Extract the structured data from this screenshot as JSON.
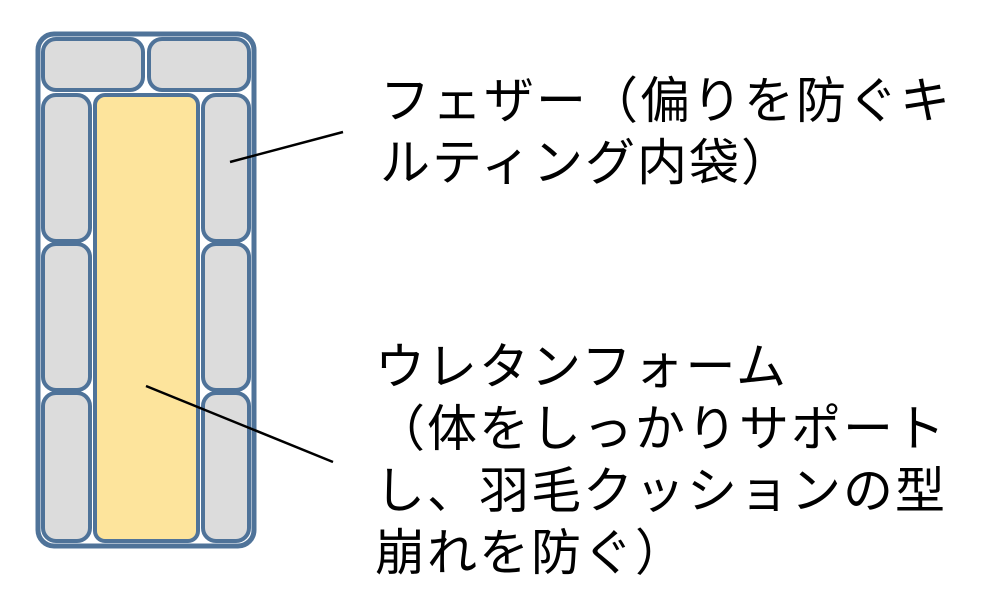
{
  "colors": {
    "outline": "#4f7399",
    "feather_fill": "#dcdcdc",
    "foam_fill": "#fde49c",
    "leader_line": "#000000",
    "text": "#000000"
  },
  "labels": {
    "feather": {
      "line1": "フェザー（偏りを防ぐキ",
      "line2": "ルティング内袋）"
    },
    "urethane": {
      "line1": "ウレタンフォーム",
      "line2": "（体をしっかりサポート",
      "line3": "し、羽毛クッションの型",
      "line4": "崩れを防ぐ）"
    }
  }
}
